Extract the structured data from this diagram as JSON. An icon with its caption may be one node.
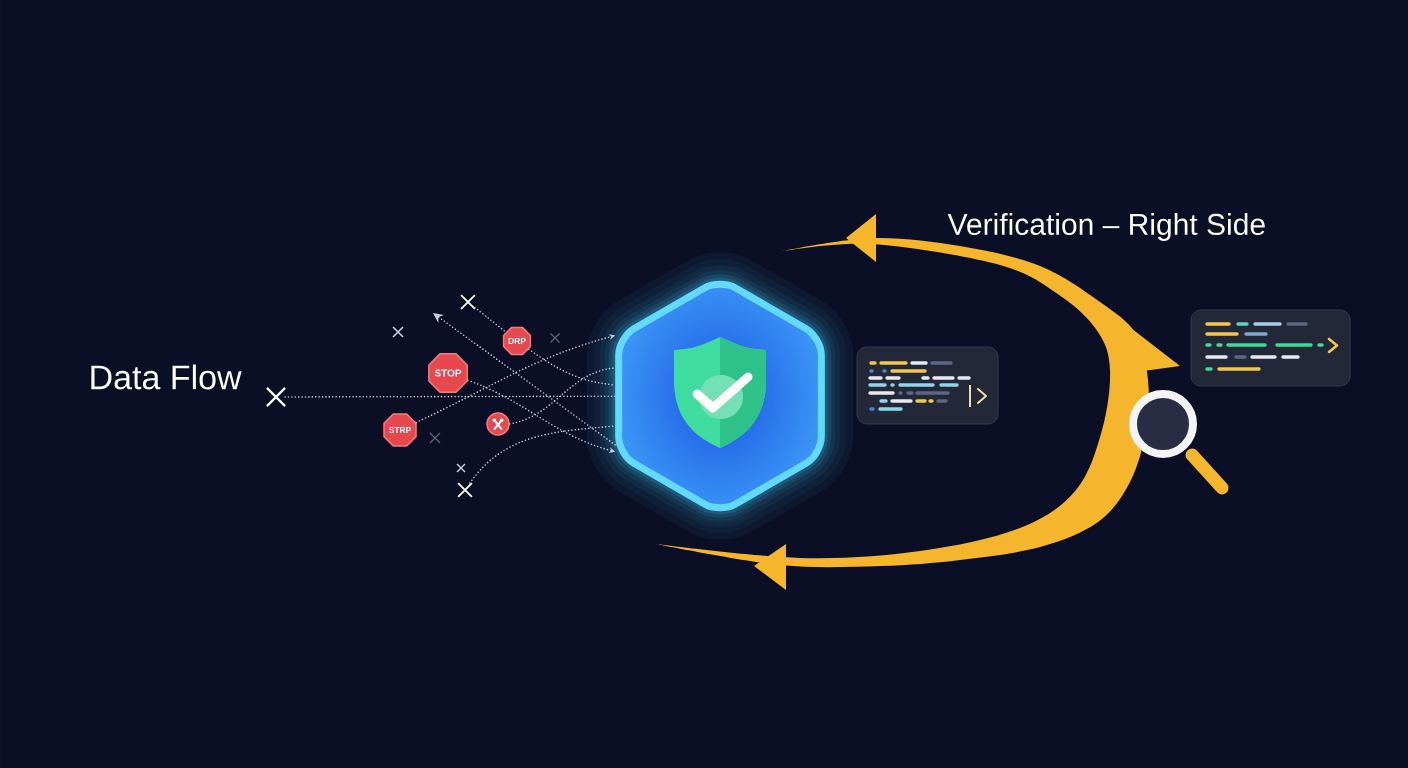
{
  "diagram": {
    "nodes": [
      {
        "text": [],
        "shape": "cross"
      },
      {
        "text": [],
        "shape": "cross"
      },
      {
        "text": [
          "DRP"
        ]
      },
      {
        "text": [
          "STOP"
        ]
      },
      {
        "text": [
          "STRP"
        ]
      },
      {
        "text": [],
        "shape": "circle"
      },
      {
        "text": [],
        "shape": "cross"
      },
      {
        "text": [],
        "shape": "hexagon"
      }
    ],
    "edges": [
      {
        "from": 0,
        "to": 7,
        "arrow": "none"
      },
      {
        "from": 1,
        "to": 2,
        "arrow": "none"
      },
      {
        "from": 2,
        "to": 7,
        "arrow": "none"
      },
      {
        "from": 3,
        "to": 7,
        "arrow": "to"
      },
      {
        "from": 4,
        "to": 7,
        "arrow": "to"
      },
      {
        "from": 5,
        "to": 7,
        "arrow": "none"
      },
      {
        "from": 6,
        "to": 7,
        "arrow": "none"
      },
      {
        "from": 7,
        "to": null,
        "arrow": "to"
      }
    ],
    "labels": [
      "Verification – Right Side",
      "Data Flow"
    ]
  }
}
